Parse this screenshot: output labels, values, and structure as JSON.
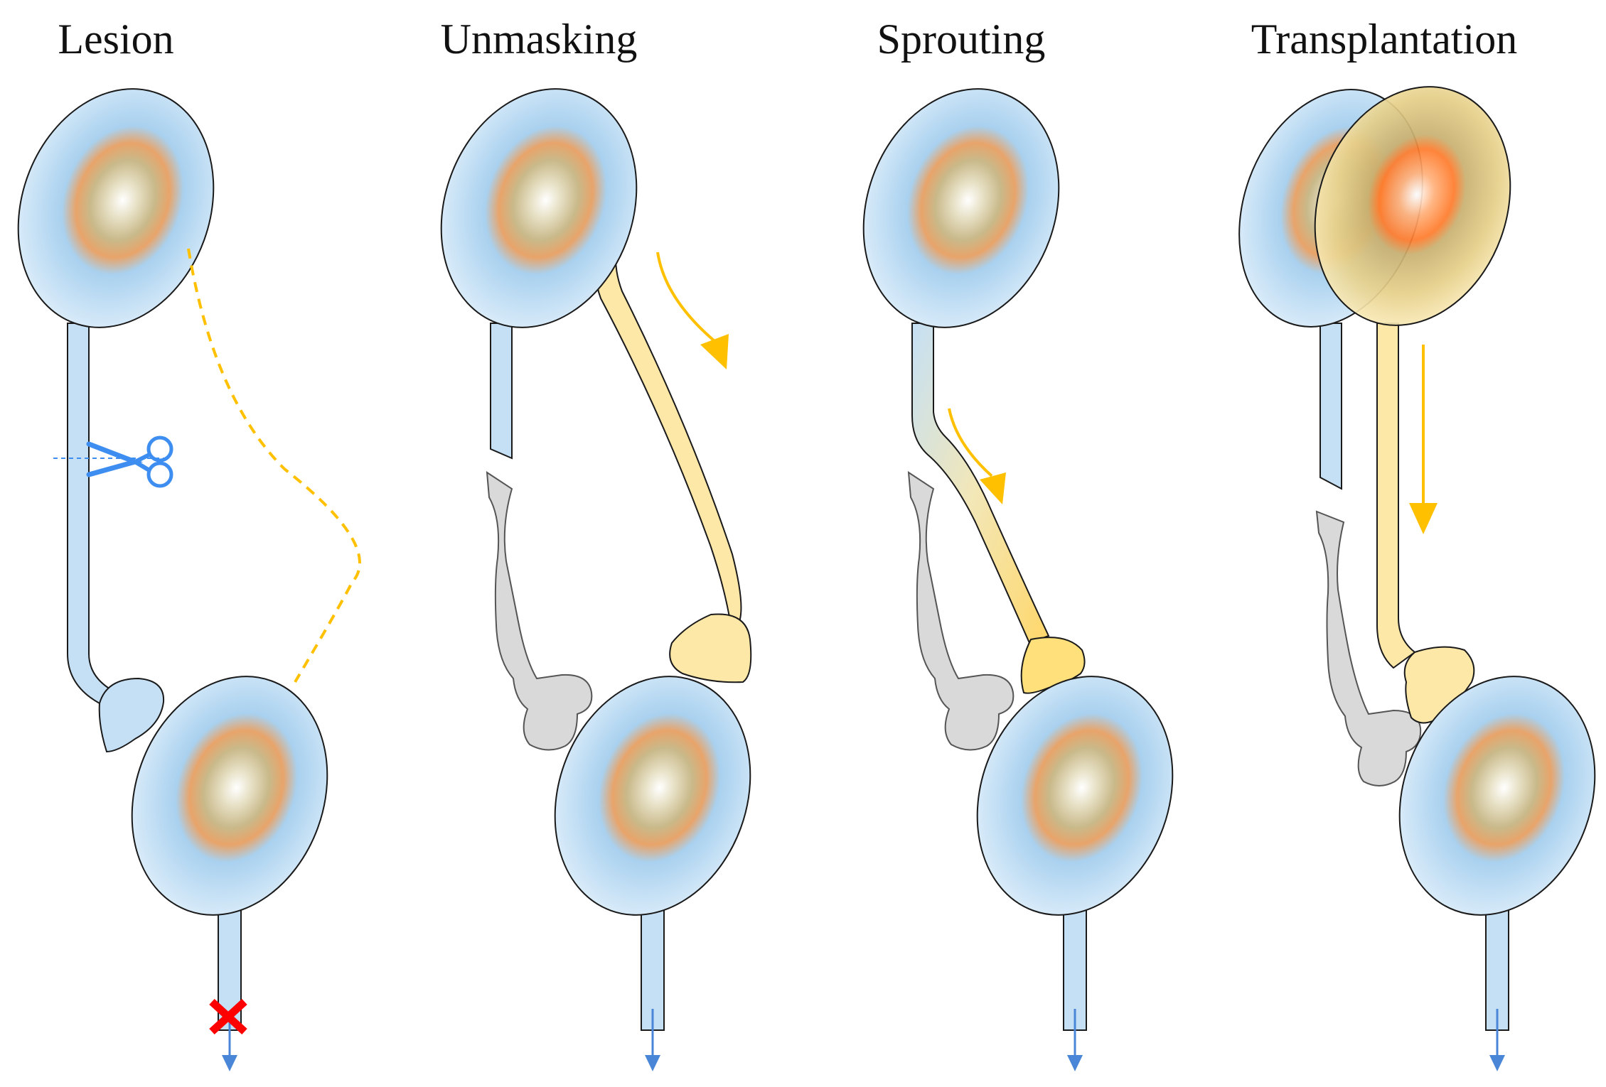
{
  "panels": [
    {
      "title": "Lesion"
    },
    {
      "title": "Unmasking"
    },
    {
      "title": "Sprouting"
    },
    {
      "title": "Transplantation"
    }
  ],
  "colors": {
    "cell_fill_light": "#d9ebf8",
    "cell_fill_mid": "#a9d1ef",
    "nucleus_orange": "#e8a46a",
    "axon_blue": "#c5e0f5",
    "axon_yellow": "#fde8a8",
    "arrow_yellow": "#ffc000",
    "degenerated_gray": "#d9d9d9",
    "transplant_orange": "#ff7a2a",
    "output_arrow_blue": "#4a86d8",
    "block_red": "#ff0000",
    "scissors_blue": "#3d8ef0"
  },
  "icons": {
    "scissors": "scissors-icon",
    "block": "red-x-icon"
  }
}
